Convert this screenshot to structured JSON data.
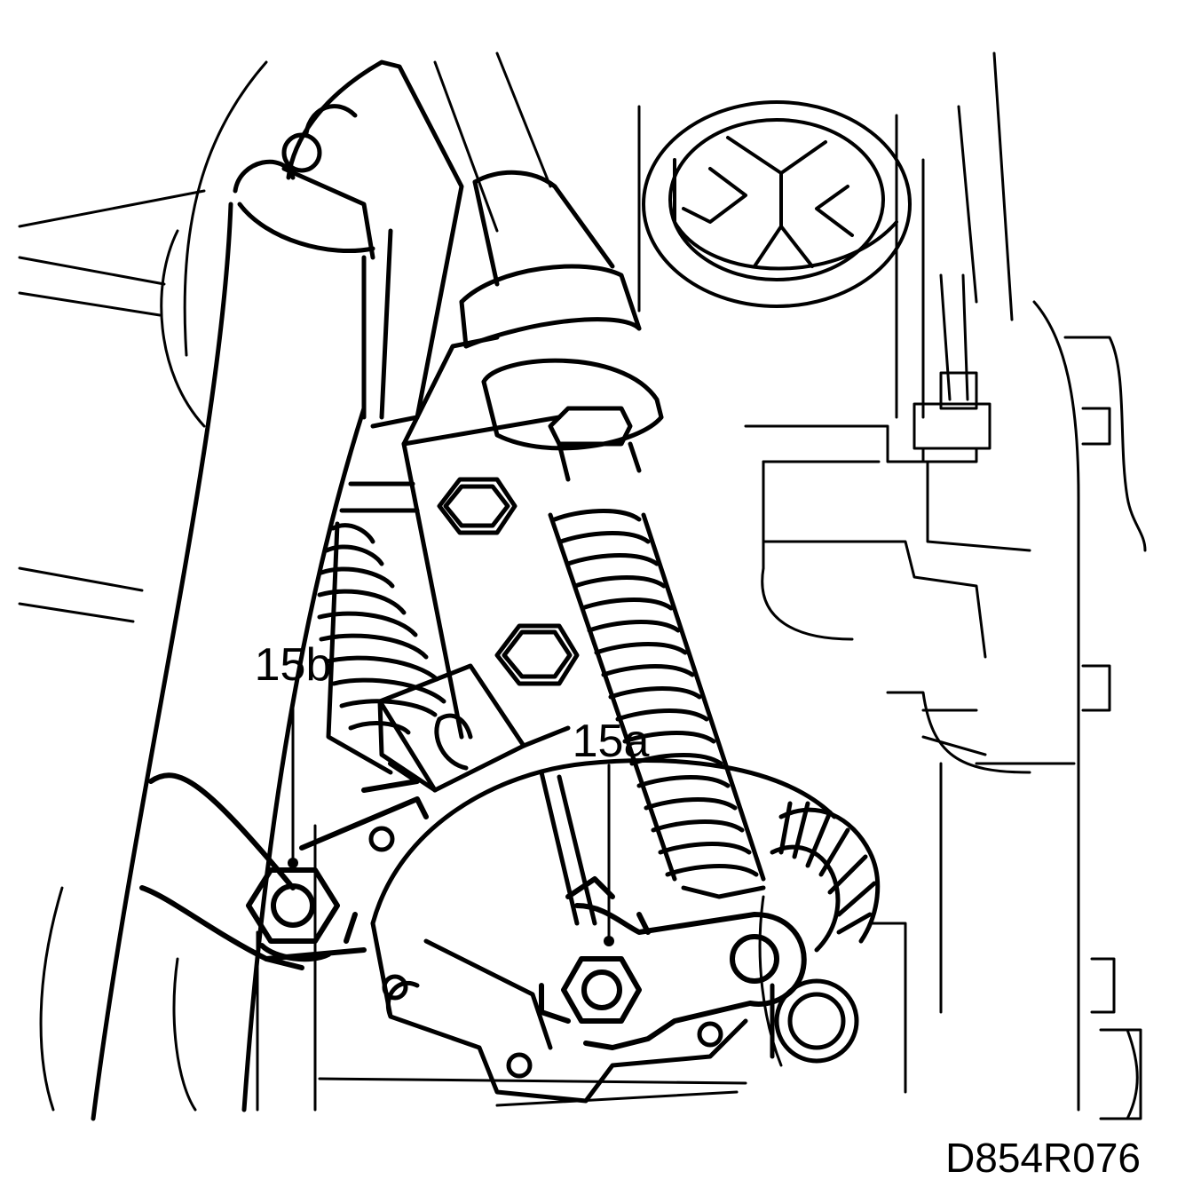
{
  "callouts": [
    {
      "id": "15b",
      "label": "15b"
    },
    {
      "id": "15a",
      "label": "15a"
    }
  ],
  "figure_ref": "D854R076",
  "colors": {
    "ink": "#000000",
    "paper": "#ffffff"
  }
}
